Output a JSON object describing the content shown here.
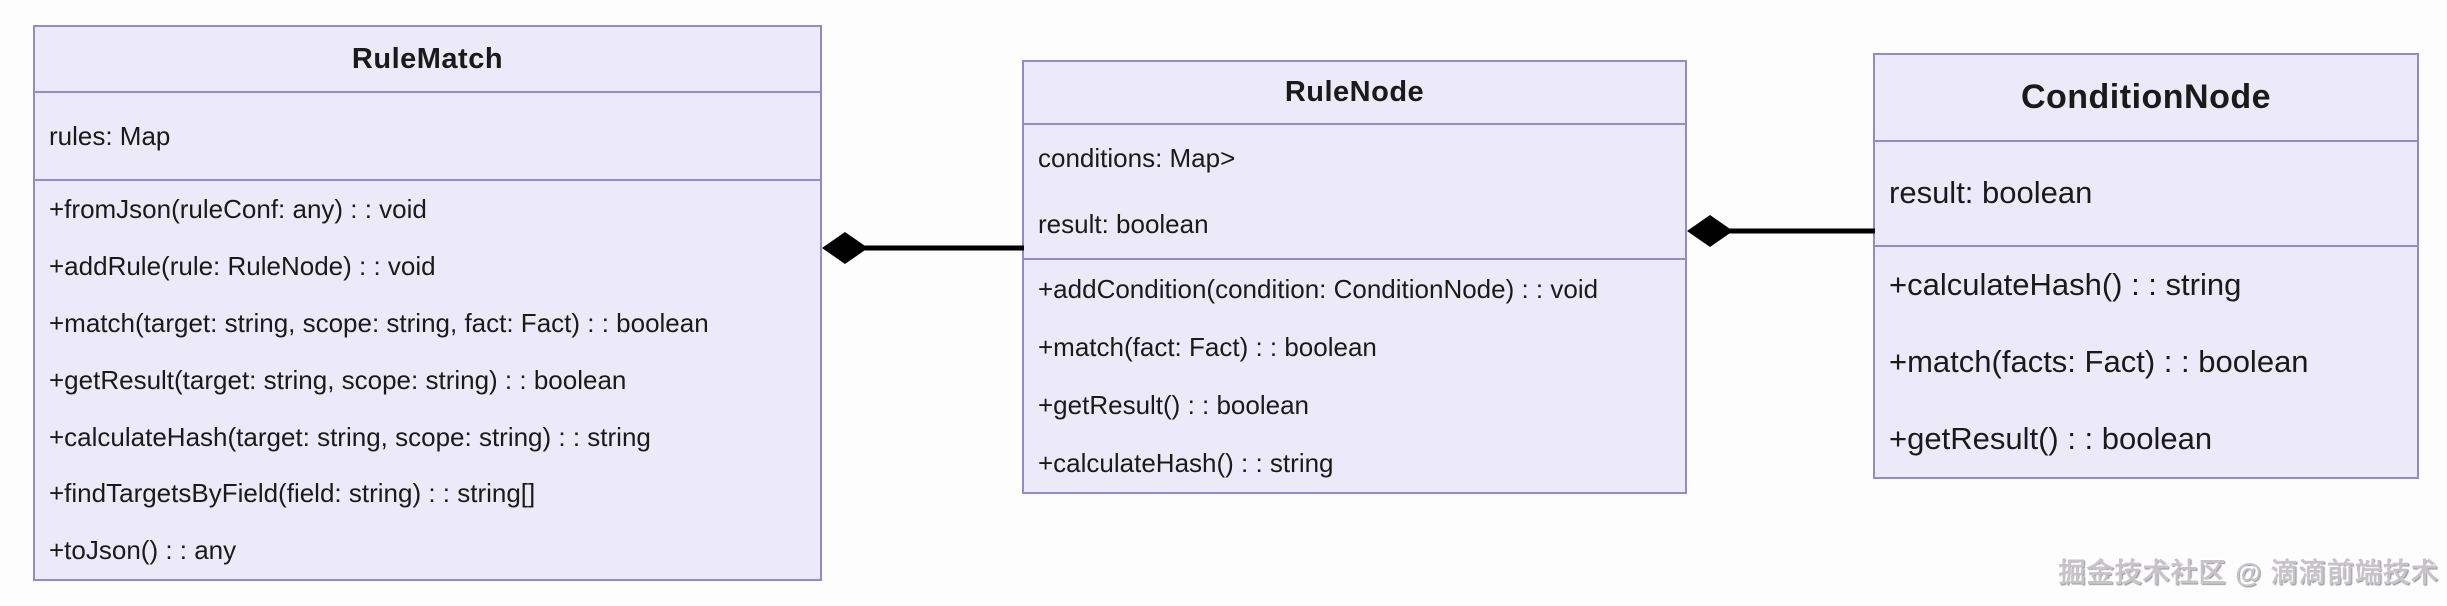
{
  "diagram": {
    "type": "uml-class-diagram",
    "classes": [
      {
        "name": "RuleMatch",
        "attributes": [
          "rules: Map"
        ],
        "methods": [
          "+fromJson(ruleConf: any) : : void",
          "+addRule(rule: RuleNode) : : void",
          "+match(target: string, scope: string, fact: Fact) : : boolean",
          "+getResult(target: string, scope: string) : : boolean",
          "+calculateHash(target: string, scope: string) : : string",
          "+findTargetsByField(field: string) : : string[]",
          "+toJson() : : any"
        ]
      },
      {
        "name": "RuleNode",
        "attributes": [
          "conditions: Map>",
          "result: boolean"
        ],
        "methods": [
          "+addCondition(condition: ConditionNode) : : void",
          "+match(fact: Fact) : : boolean",
          "+getResult() : : boolean",
          "+calculateHash() : : string"
        ]
      },
      {
        "name": "ConditionNode",
        "attributes": [
          "result: boolean"
        ],
        "methods": [
          "+calculateHash() : : string",
          "+match(facts: Fact) : : boolean",
          "+getResult() : : boolean"
        ]
      }
    ],
    "relationships": [
      {
        "from": "RuleMatch",
        "to": "RuleNode",
        "type": "composition",
        "diamond_at": "RuleMatch"
      },
      {
        "from": "RuleNode",
        "to": "ConditionNode",
        "type": "composition",
        "diamond_at": "RuleNode"
      }
    ],
    "colors": {
      "box_fill": "#ECEAF9",
      "box_border": "#9489CE",
      "text": "#1a1a1a",
      "connector": "#000000",
      "background": "#fdfdfe",
      "watermark": "#c6c4c7"
    }
  },
  "watermark": {
    "text": "掘金技术社区 @ 滴滴前端技术"
  }
}
